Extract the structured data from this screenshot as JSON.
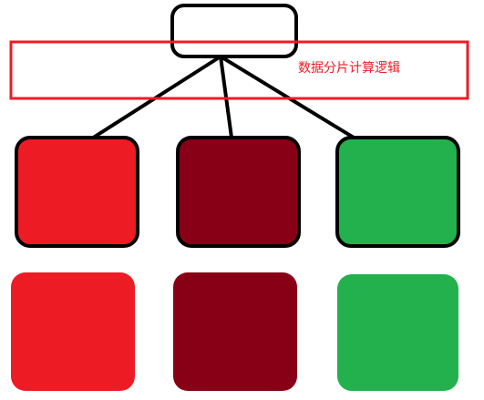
{
  "annotation": {
    "text": "数据分片计算逻辑",
    "color": "#ed1c24"
  },
  "colors": {
    "red": "#ed1c24",
    "dark_red": "#880015",
    "green": "#22b14c",
    "stroke": "#000000",
    "background": "#ffffff"
  },
  "nodes": {
    "root": {
      "fill": "#ffffff"
    },
    "top_row": [
      {
        "color": "red"
      },
      {
        "color": "dark_red"
      },
      {
        "color": "green"
      }
    ],
    "bottom_row": [
      {
        "color": "red"
      },
      {
        "color": "dark_red"
      },
      {
        "color": "green"
      }
    ]
  }
}
